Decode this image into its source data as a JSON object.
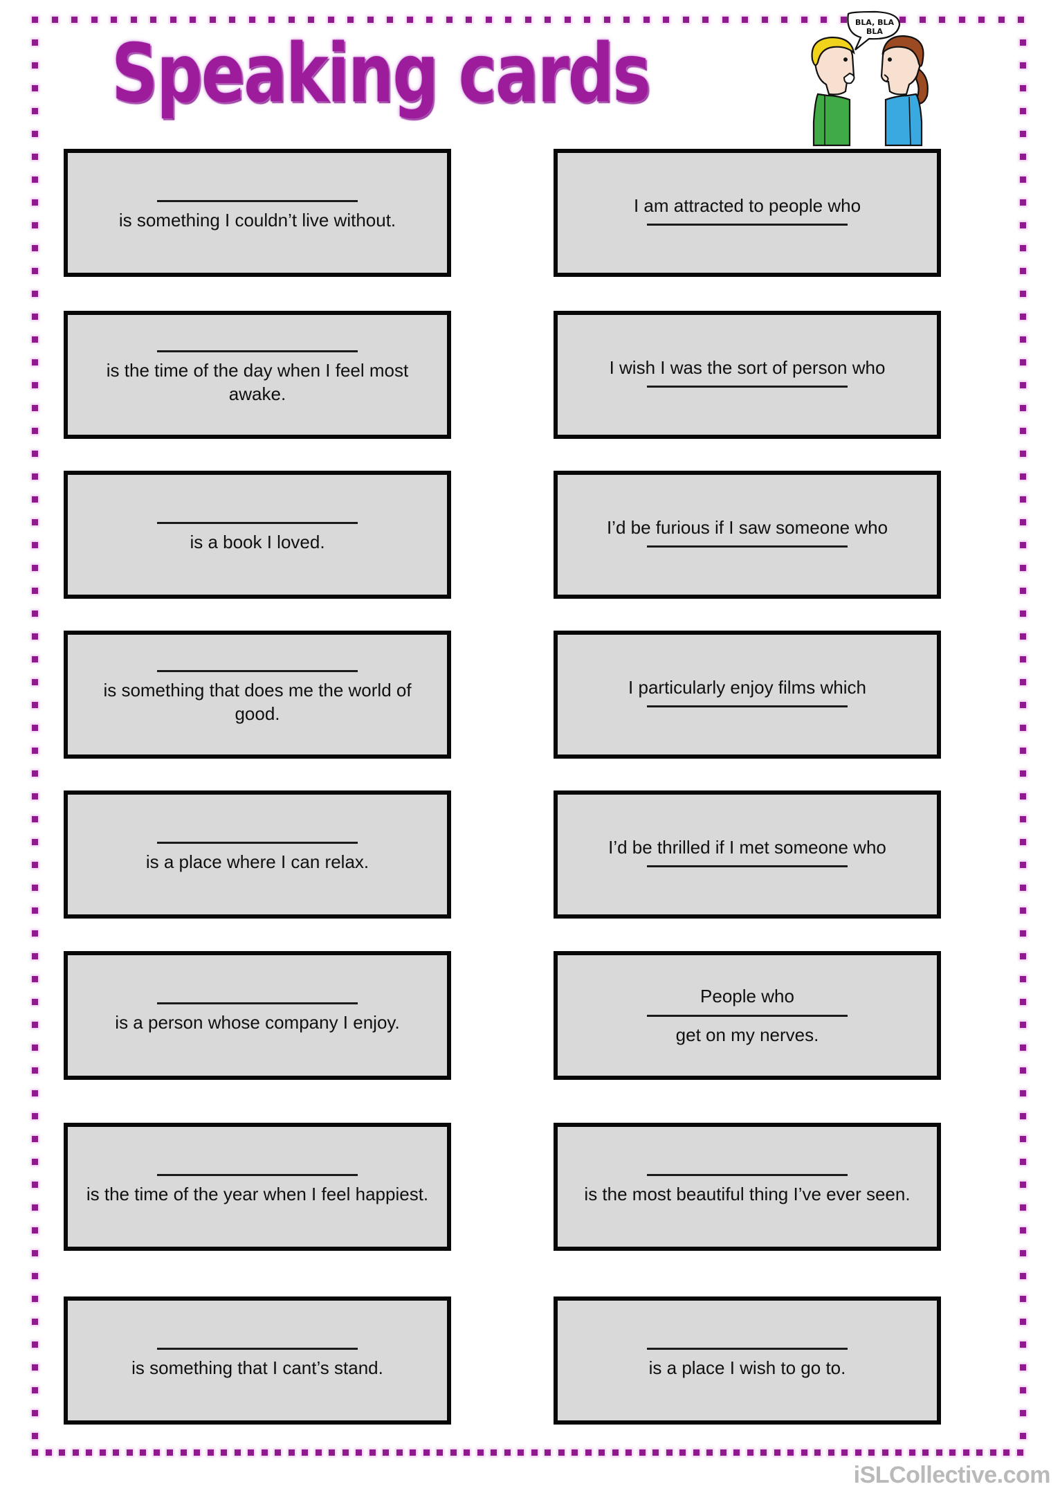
{
  "title": "Speaking cards",
  "clipart": {
    "name": "two-people-talking-clipart",
    "speech_bubble_line1": "BLA, BLA",
    "speech_bubble_line2": "BLA",
    "boy_hair_color": "#f2d31b",
    "boy_shirt_color": "#3faa46",
    "girl_hair_color": "#9c4a22",
    "girl_shirt_color": "#3aa9e0",
    "skin_color": "#f7e0cf"
  },
  "colors": {
    "title_purple": "#9c1c9c",
    "border_dot_purple": "#8e1a8e",
    "card_fill": "#d9d9d9",
    "card_border": "#080808",
    "watermark_gray": "#b9b9b9"
  },
  "blank_line": "______________________",
  "cards": {
    "left": [
      {
        "parts": [
          "blank",
          "is something I couldn’t live without."
        ]
      },
      {
        "parts": [
          "blank",
          "is the time of the day when I feel most awake."
        ]
      },
      {
        "parts": [
          "blank",
          "is a book I loved."
        ]
      },
      {
        "parts": [
          "blank",
          "is something that does me the world of good."
        ]
      },
      {
        "parts": [
          "blank",
          "is a place where I can relax."
        ]
      },
      {
        "parts": [
          "blank",
          "is a person whose company I enjoy."
        ]
      },
      {
        "parts": [
          "blank",
          "is the time of the year when I feel happiest."
        ]
      },
      {
        "parts": [
          "blank",
          "is something that I cant’s stand."
        ]
      }
    ],
    "right": [
      {
        "parts": [
          "I am attracted to people who",
          "blank"
        ]
      },
      {
        "parts": [
          "I wish I was the sort of person who",
          "blank"
        ]
      },
      {
        "parts": [
          "I’d be furious if I saw someone who",
          "blank"
        ]
      },
      {
        "parts": [
          "I particularly enjoy films which",
          "blank"
        ]
      },
      {
        "parts": [
          "I’d be thrilled if I met someone who",
          "blank"
        ]
      },
      {
        "parts": [
          "People who",
          "blank",
          "get on my nerves."
        ]
      },
      {
        "parts": [
          "blank",
          "is the most beautiful thing I’ve ever seen."
        ]
      },
      {
        "parts": [
          "blank",
          "is a place I wish to go to."
        ]
      }
    ]
  },
  "watermark": "iSLCollective.com"
}
